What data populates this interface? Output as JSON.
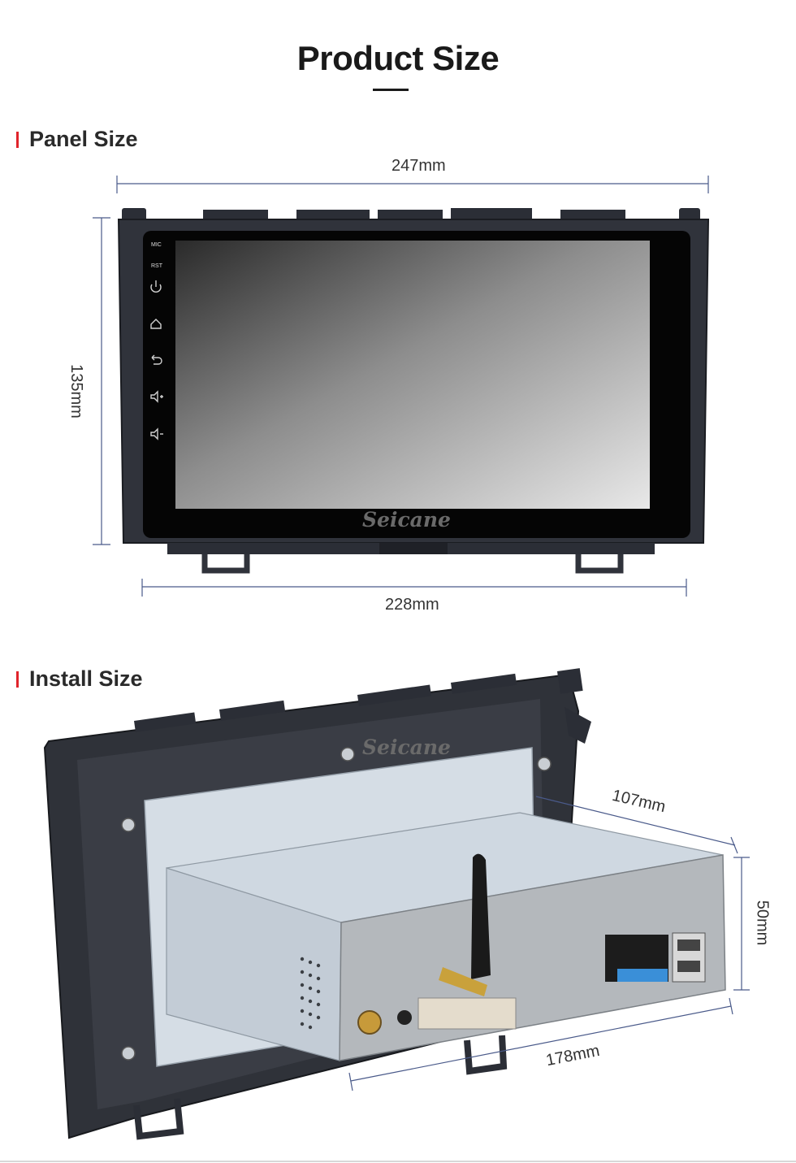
{
  "page": {
    "title": "Product Size"
  },
  "panel_section": {
    "heading": "Panel Size",
    "width_label": "247mm",
    "height_label": "135mm",
    "bottom_label": "228mm",
    "side_buttons": [
      "MIC",
      "RST"
    ],
    "brand": "Seicane"
  },
  "install_section": {
    "heading": "Install Size",
    "depth_label": "107mm",
    "height_label": "50mm",
    "width_label": "178mm",
    "brand": "Seicane"
  },
  "colors": {
    "accent": "#e0242b",
    "dimension_line": "#4a5a8a",
    "bezel": "#2b2e36",
    "chassis": "#c9d2dc"
  }
}
